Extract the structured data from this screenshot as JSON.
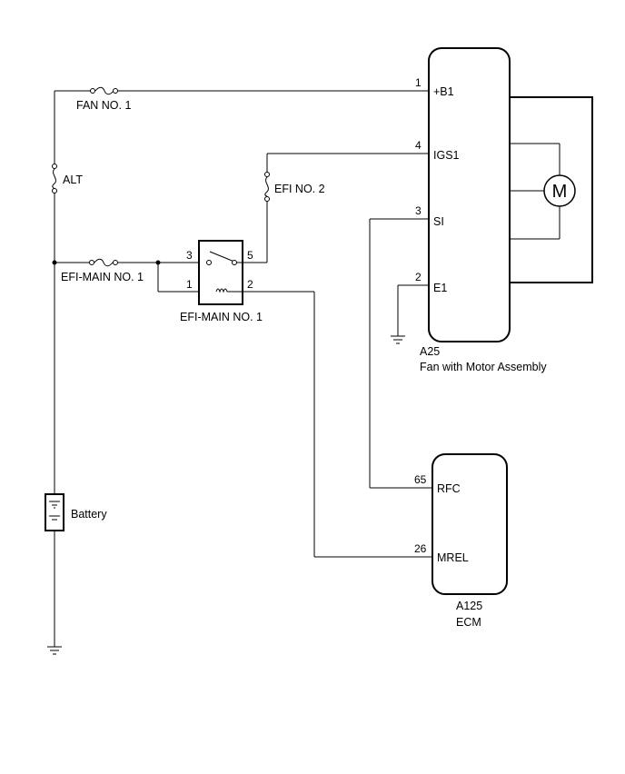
{
  "fuses": {
    "fan_no1": "FAN NO. 1",
    "alt": "ALT",
    "efi_no2": "EFI NO. 2",
    "efi_main_no1": "EFI-MAIN NO. 1"
  },
  "relay": {
    "label": "EFI-MAIN NO. 1",
    "pins": {
      "p3": "3",
      "p5": "5",
      "p1": "1",
      "p2": "2"
    }
  },
  "battery": {
    "label": "Battery"
  },
  "fan_assembly": {
    "code": "A25",
    "name": "Fan with Motor Assembly",
    "motor_symbol": "M",
    "terminals": [
      {
        "pin": "1",
        "name": "+B1"
      },
      {
        "pin": "4",
        "name": "IGS1"
      },
      {
        "pin": "3",
        "name": "SI"
      },
      {
        "pin": "2",
        "name": "E1"
      }
    ]
  },
  "ecm": {
    "code": "A125",
    "name": "ECM",
    "terminals": [
      {
        "pin": "65",
        "name": "RFC"
      },
      {
        "pin": "26",
        "name": "MREL"
      }
    ]
  }
}
